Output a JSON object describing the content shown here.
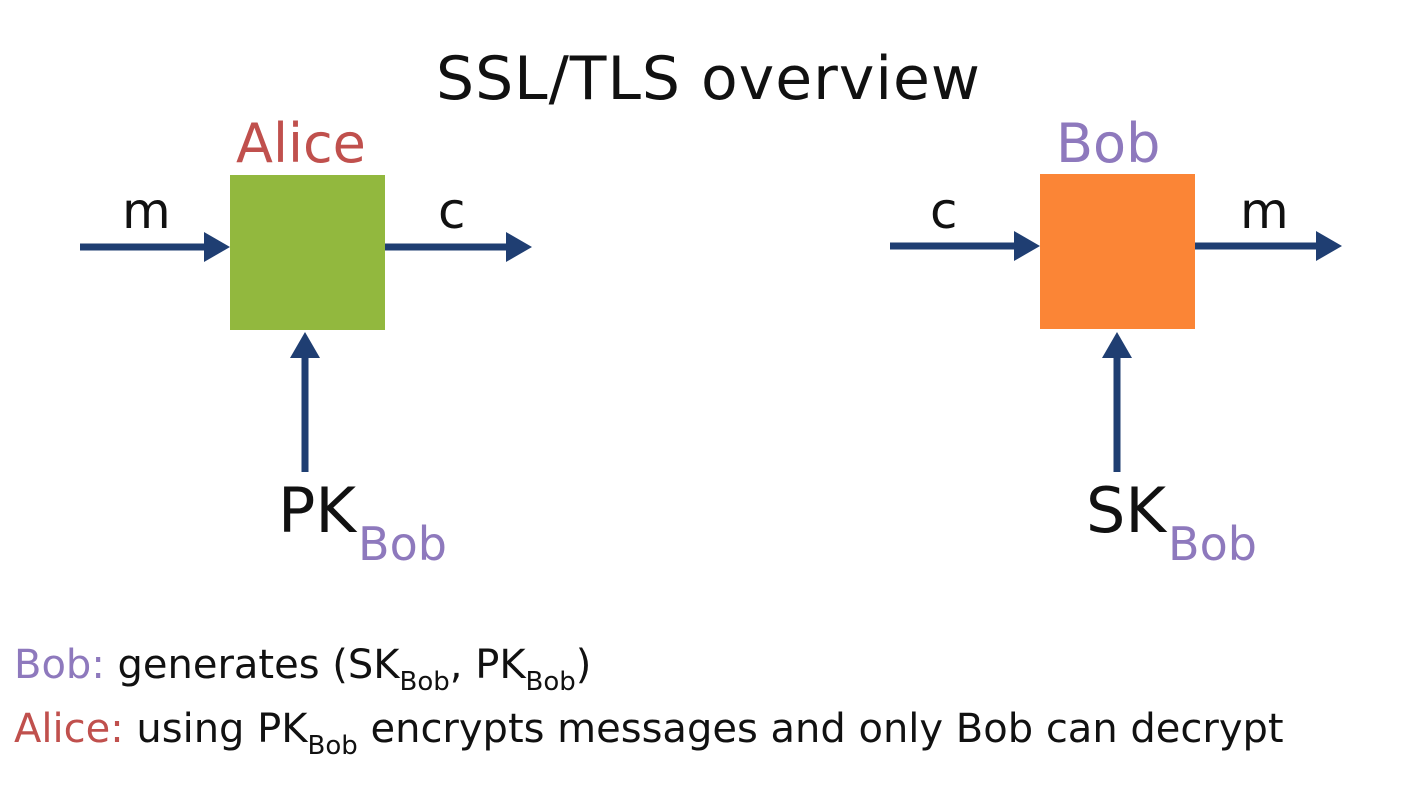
{
  "title": "SSL/TLS overview",
  "colors": {
    "alice": "#c0504d",
    "bob": "#8e79bd",
    "alice_box": "#92b83e",
    "bob_box": "#fb8536",
    "arrow": "#1f3e72"
  },
  "alice": {
    "name": "Alice",
    "input": "m",
    "output": "c",
    "key": {
      "main": "PK",
      "sub": "Bob"
    }
  },
  "bob": {
    "name": "Bob",
    "input": "c",
    "output": "m",
    "key": {
      "main": "SK",
      "sub": "Bob"
    }
  },
  "caption1": {
    "who": "Bob",
    "colon": ":",
    "text_a": " generates (SK",
    "sub_a": "Bob",
    "text_b": ", PK",
    "sub_b": "Bob",
    "text_c": ")"
  },
  "caption2": {
    "who": "Alice",
    "colon": ":",
    "text_a": " using PK",
    "sub_a": "Bob",
    "text_b": " encrypts messages and only Bob can decrypt"
  }
}
